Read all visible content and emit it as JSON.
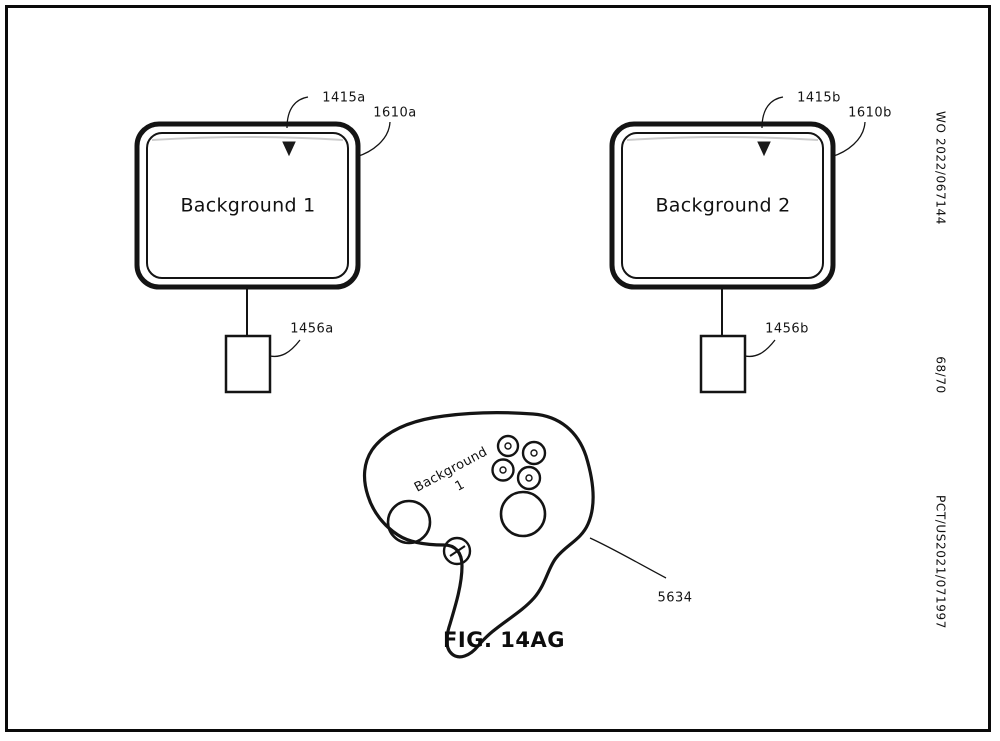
{
  "document": {
    "publication_number": "WO 2022/067144",
    "page_number": "68/70",
    "application_number": "PCT/US2021/071997"
  },
  "figure": {
    "caption": "FIG. 14AG"
  },
  "displays": [
    {
      "id": "display-a",
      "screen_label": "Background 1",
      "bezel_ref": "1415a",
      "device_ref": "1610a",
      "base_ref": "1456a"
    },
    {
      "id": "display-b",
      "screen_label": "Background 2",
      "bezel_ref": "1415b",
      "device_ref": "1610b",
      "base_ref": "1456b"
    }
  ],
  "controller": {
    "id": "game-controller",
    "label_line_1": "Background",
    "label_line_2": "1",
    "ref": "5634",
    "buttons": [
      {
        "name": "face-button-top",
        "glyph": "○"
      },
      {
        "name": "face-button-right",
        "glyph": "○"
      },
      {
        "name": "face-button-left",
        "glyph": "○"
      },
      {
        "name": "face-button-bottom",
        "glyph": "○"
      }
    ],
    "sticks": [
      {
        "name": "left-thumbstick"
      },
      {
        "name": "right-thumbstick"
      }
    ],
    "extra_button": {
      "name": "menu-button"
    }
  },
  "colors": {
    "ink": "#141414",
    "paper": "#ffffff",
    "bezel": "#101010",
    "screen_fill": "#fefefe"
  }
}
